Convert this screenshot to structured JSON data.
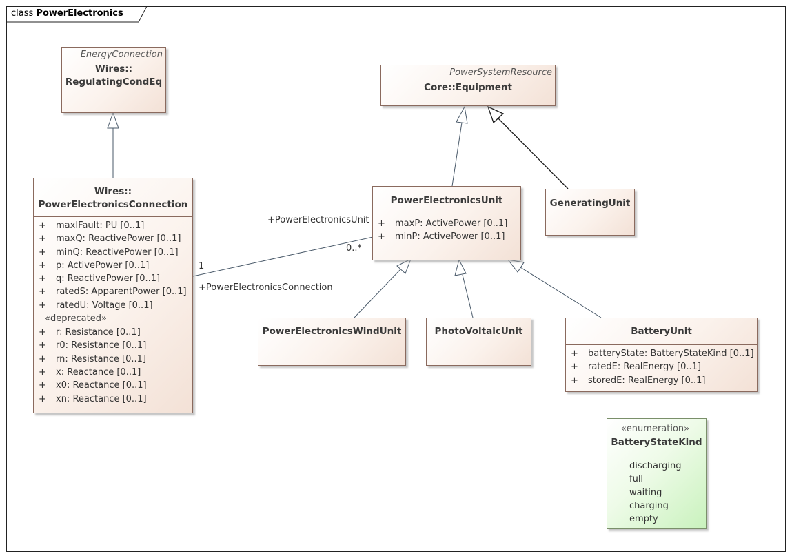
{
  "frame": {
    "keyword": "class",
    "name": "PowerElectronics"
  },
  "classes": {
    "regulating": {
      "stereotype": "EnergyConnection",
      "name_line1": "Wires::",
      "name_line2": "RegulatingCondEq"
    },
    "equipment": {
      "stereotype": "PowerSystemResource",
      "name": "Core::Equipment"
    },
    "pec": {
      "name_line1": "Wires::",
      "name_line2": "PowerElectronicsConnection",
      "attributes": [
        {
          "vis": "+",
          "text": "maxIFault: PU [0..1]"
        },
        {
          "vis": "+",
          "text": "maxQ: ReactivePower [0..1]"
        },
        {
          "vis": "+",
          "text": "minQ: ReactivePower [0..1]"
        },
        {
          "vis": "+",
          "text": "p: ActivePower [0..1]"
        },
        {
          "vis": "+",
          "text": "q: ReactivePower [0..1]"
        },
        {
          "vis": "+",
          "text": "ratedS: ApparentPower [0..1]"
        },
        {
          "vis": "+",
          "text": "ratedU: Voltage [0..1]"
        }
      ],
      "deprecated_label": "«deprecated»",
      "deprecated_attributes": [
        {
          "vis": "+",
          "text": "r: Resistance [0..1]"
        },
        {
          "vis": "+",
          "text": "r0: Resistance [0..1]"
        },
        {
          "vis": "+",
          "text": "rn: Resistance [0..1]"
        },
        {
          "vis": "+",
          "text": "x: Reactance [0..1]"
        },
        {
          "vis": "+",
          "text": "x0: Reactance [0..1]"
        },
        {
          "vis": "+",
          "text": "xn: Reactance [0..1]"
        }
      ]
    },
    "peu": {
      "name": "PowerElectronicsUnit",
      "attributes": [
        {
          "vis": "+",
          "text": "maxP: ActivePower [0..1]"
        },
        {
          "vis": "+",
          "text": "minP: ActivePower [0..1]"
        }
      ]
    },
    "generating": {
      "name": "GeneratingUnit"
    },
    "wind": {
      "name": "PowerElectronicsWindUnit"
    },
    "pv": {
      "name": "PhotoVoltaicUnit"
    },
    "battery": {
      "name": "BatteryUnit",
      "attributes": [
        {
          "vis": "+",
          "text": "batteryState: BatteryStateKind [0..1]"
        },
        {
          "vis": "+",
          "text": "ratedE: RealEnergy [0..1]"
        },
        {
          "vis": "+",
          "text": "storedE: RealEnergy [0..1]"
        }
      ]
    },
    "state_kind": {
      "stereotype": "«enumeration»",
      "name": "BatteryStateKind",
      "literals": [
        "discharging",
        "full",
        "waiting",
        "charging",
        "empty"
      ]
    }
  },
  "association": {
    "unit_role": "+PowerElectronicsUnit",
    "unit_multiplicity": "0..*",
    "connection_multiplicity": "1",
    "connection_role": "+PowerElectronicsConnection"
  },
  "colors": {
    "class_fill": "#f3e1d6",
    "class_border": "#8a6a5e",
    "enum_fill": "#c9f2bd",
    "line": "#4a5a6a"
  }
}
